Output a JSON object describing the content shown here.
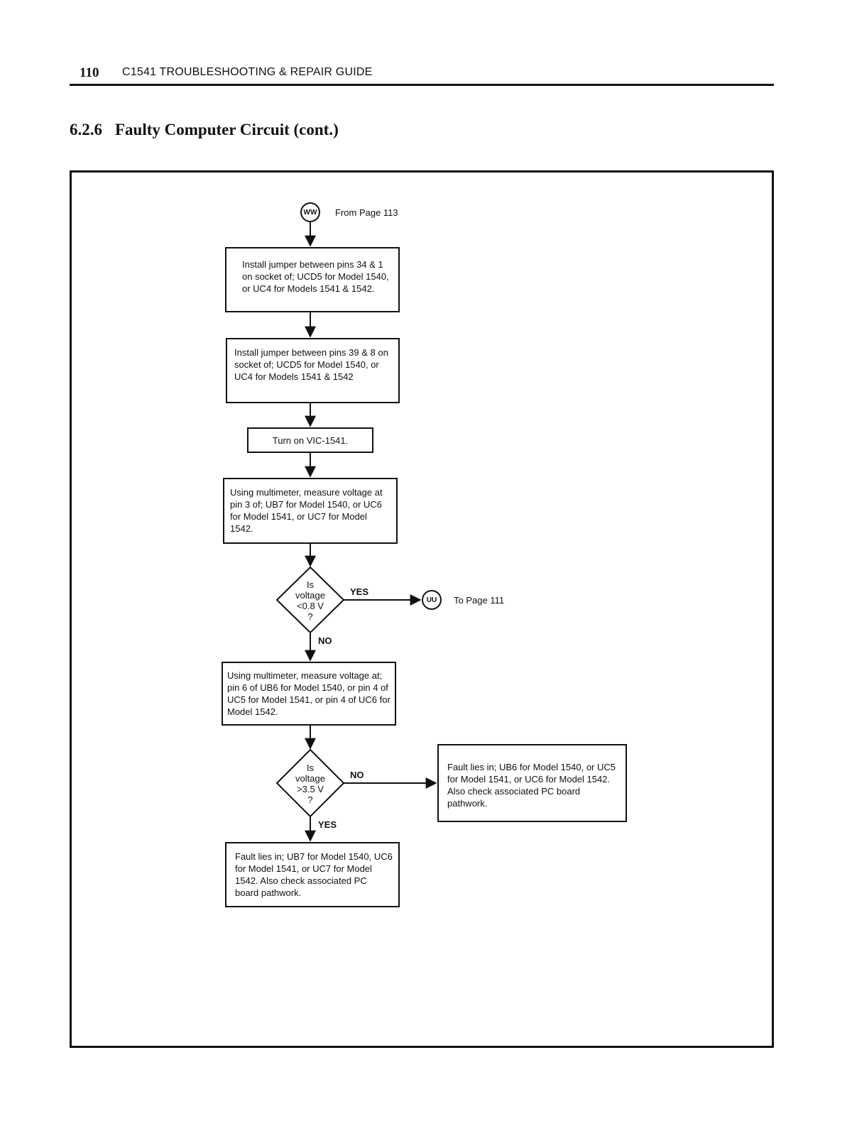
{
  "header": {
    "page_number": "110",
    "book_title": "C1541 TROUBLESHOOTING & REPAIR GUIDE"
  },
  "section": {
    "number": "6.2.6",
    "title": "Faulty Computer Circuit (cont.)"
  },
  "flowchart": {
    "start_connector": {
      "label": "WW",
      "note": "From Page 113"
    },
    "step1": "Install jumper between pins 34 & 1 on socket of; UCD5 for Model 1540, or UC4 for Models 1541 & 1542.",
    "step2": "Install jumper between pins 39 & 8 on socket of; UCD5 for Model 1540, or UC4 for Models 1541 & 1542",
    "step3": "Turn on VIC-1541.",
    "step4": "Using multimeter, measure voltage at pin 3 of; UB7 for Model 1540, or UC6 for Model 1541, or UC7 for Model 1542.",
    "decision1": {
      "line1": "Is",
      "line2": "voltage",
      "line3": "<0.8 V",
      "line4": "?",
      "yes_label": "YES",
      "no_label": "NO"
    },
    "end_connector": {
      "label": "UU",
      "note": "To Page 111"
    },
    "step5": "Using multimeter, measure voltage at; pin 6 of UB6 for Model 1540, or pin 4 of UC5 for Model 1541, or pin 4 of UC6 for Model 1542.",
    "decision2": {
      "line1": "Is",
      "line2": "voltage",
      "line3": ">3.5 V",
      "line4": "?",
      "no_label": "NO",
      "yes_label": "YES"
    },
    "fault_right": "Fault lies in; UB6 for Model 1540, or UC5 for Model 1541, or UC6 for Model 1542. Also check associated PC board pathwork.",
    "fault_bottom": "Fault lies in; UB7 for Model 1540, UC6 for Model 1541, or UC7 for Model 1542. Also check associated PC board pathwork."
  }
}
